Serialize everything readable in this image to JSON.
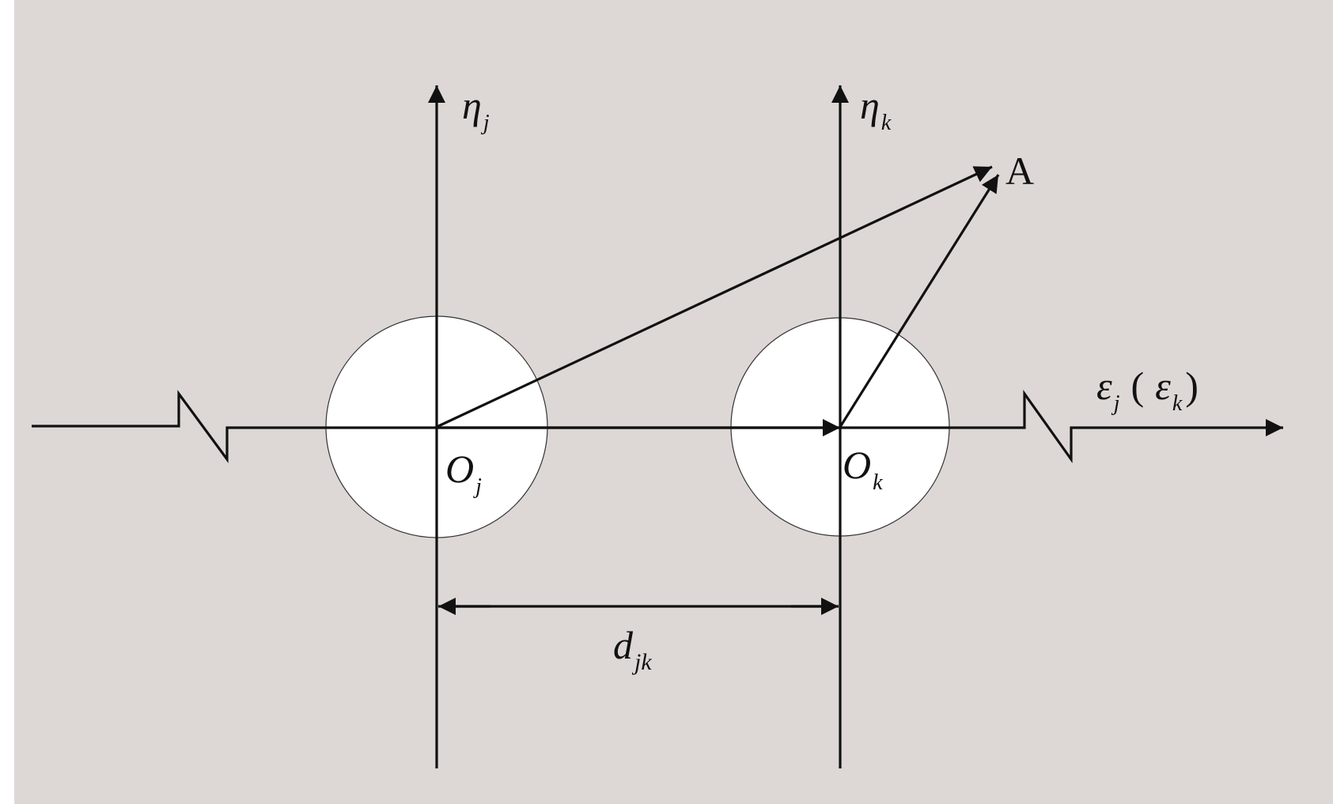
{
  "colors": {
    "panel_background": "#ddd8d5",
    "page_background": "#ffffff",
    "circle_fill": "#ffffff",
    "line": "#111111"
  },
  "labels": {
    "eta_j": {
      "main": "η",
      "sub": "j"
    },
    "eta_k": {
      "main": "η",
      "sub": "k"
    },
    "point_a": "A",
    "epsilon_axis": {
      "main1": "ε",
      "sub1": "j",
      "open_paren": "(",
      "main2": "ε",
      "sub2": "k",
      "close_paren": ")"
    },
    "origin_j": {
      "main": "O",
      "sub": "j"
    },
    "origin_k": {
      "main": "O",
      "sub": "k"
    },
    "distance": {
      "main": "d",
      "sub": "jk"
    }
  }
}
